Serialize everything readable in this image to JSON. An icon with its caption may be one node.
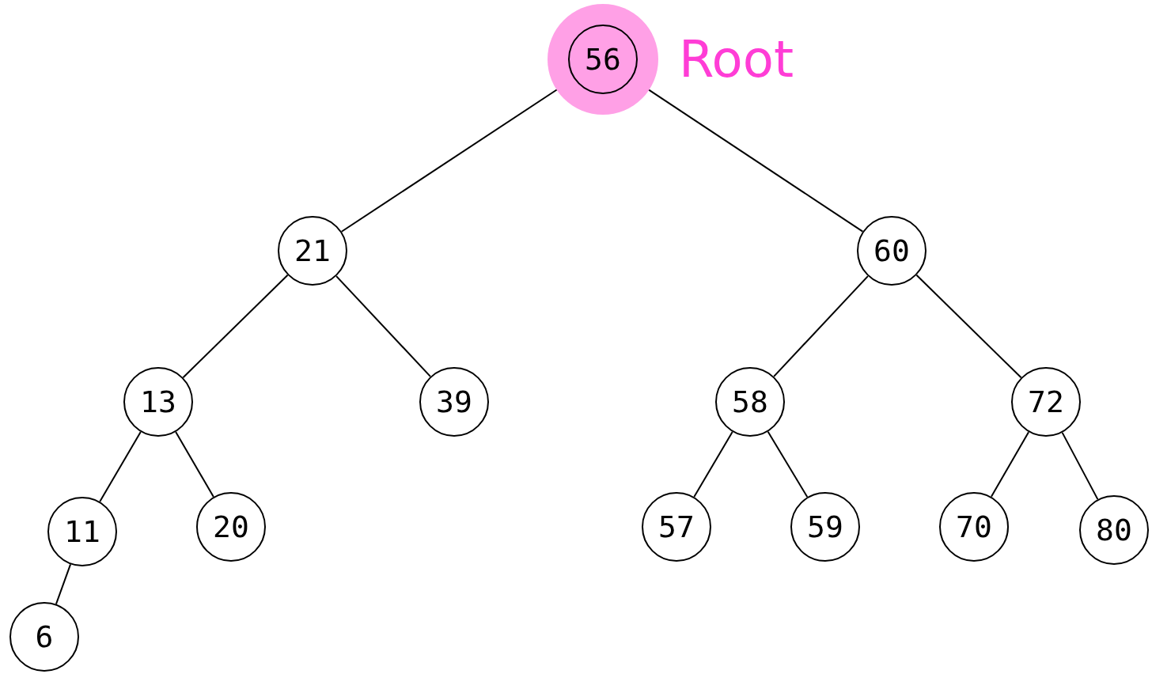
{
  "diagram": {
    "nodes": [
      {
        "text": [
          "56"
        ],
        "beside": [
          "Root"
        ]
      },
      {
        "text": [
          "21"
        ]
      },
      {
        "text": [
          "60"
        ]
      },
      {
        "text": [
          "13"
        ]
      },
      {
        "text": [
          "39"
        ]
      },
      {
        "text": [
          "58"
        ]
      },
      {
        "text": [
          "72"
        ]
      },
      {
        "text": [
          "11"
        ]
      },
      {
        "text": [
          "20"
        ]
      },
      {
        "text": [
          "57"
        ]
      },
      {
        "text": [
          "59"
        ]
      },
      {
        "text": [
          "70"
        ]
      },
      {
        "text": [
          "80"
        ]
      },
      {
        "text": [
          "6"
        ]
      }
    ],
    "edges": [
      {
        "from": 0,
        "to": 1,
        "arrow": "none"
      },
      {
        "from": 0,
        "to": 2,
        "arrow": "none"
      },
      {
        "from": 1,
        "to": 3,
        "arrow": "none"
      },
      {
        "from": 1,
        "to": 4,
        "arrow": "none"
      },
      {
        "from": 2,
        "to": 5,
        "arrow": "none"
      },
      {
        "from": 2,
        "to": 6,
        "arrow": "none"
      },
      {
        "from": 3,
        "to": 7,
        "arrow": "none"
      },
      {
        "from": 3,
        "to": 8,
        "arrow": "none"
      },
      {
        "from": 5,
        "to": 9,
        "arrow": "none"
      },
      {
        "from": 5,
        "to": 10,
        "arrow": "none"
      },
      {
        "from": 6,
        "to": 11,
        "arrow": "none"
      },
      {
        "from": 6,
        "to": 12,
        "arrow": "none"
      },
      {
        "from": 7,
        "to": 13,
        "arrow": "none"
      }
    ]
  }
}
